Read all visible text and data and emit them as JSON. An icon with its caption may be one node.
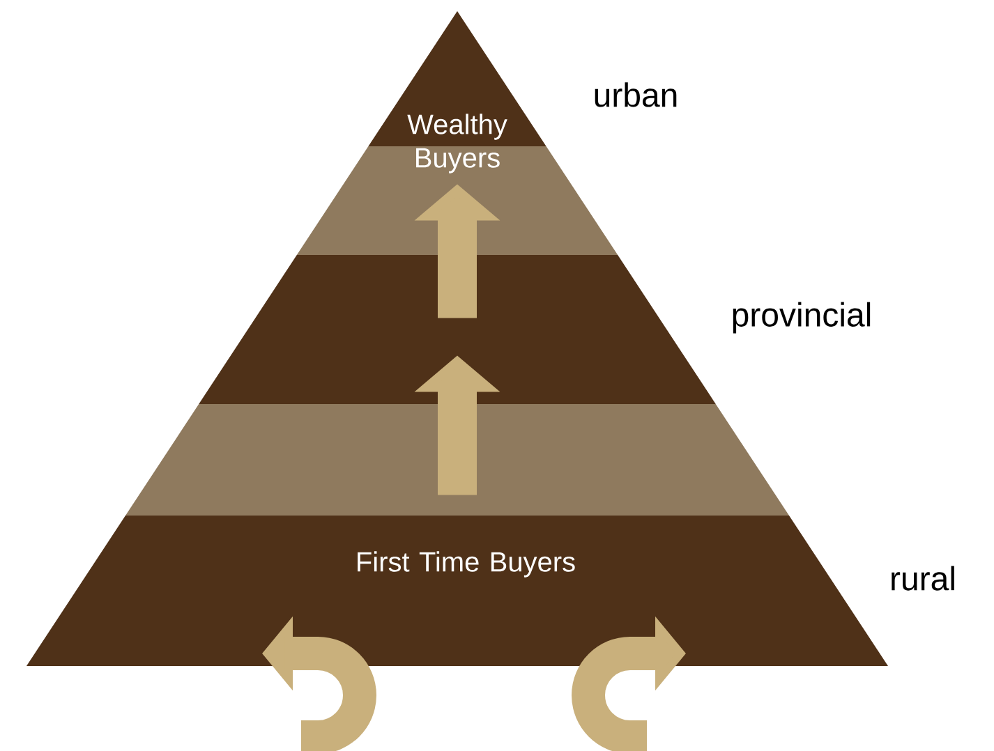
{
  "diagram": {
    "nodes": [
      {
        "text": [
          "Wealthy Buyers"
        ],
        "beside": [
          "urban"
        ]
      },
      {
        "text": [],
        "shape": "bar"
      },
      {
        "text": [],
        "shape": "bar",
        "beside": [
          "provincial"
        ]
      },
      {
        "text": [],
        "shape": "bar"
      },
      {
        "text": [
          "First Time Buyers"
        ],
        "beside": [
          "rural"
        ]
      }
    ],
    "edges": [
      {
        "from": 3,
        "to": 2,
        "arrow": "to"
      },
      {
        "from": 2,
        "to": 1,
        "arrow": "to"
      },
      {
        "from": null,
        "to": 4,
        "arrow": "to"
      },
      {
        "from": null,
        "to": 4,
        "arrow": "to"
      }
    ]
  }
}
